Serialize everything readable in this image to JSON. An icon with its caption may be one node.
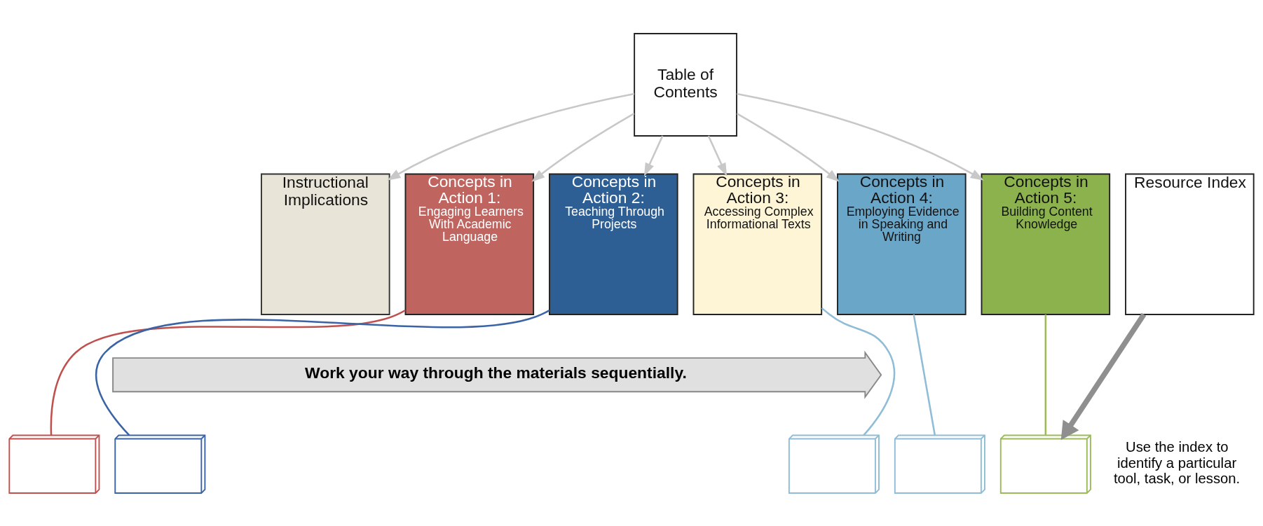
{
  "diagram": {
    "nodes": [
      {
        "text": [
          "Table of Contents"
        ]
      },
      {
        "text": [
          "Instructional Implications"
        ]
      },
      {
        "text": [
          "Concepts in Action 1:",
          "Engaging Learners With Academic Language"
        ]
      },
      {
        "text": [
          "Concepts in Action 2:",
          "Teaching Through Projects"
        ]
      },
      {
        "text": [
          "Concepts in Action 3:",
          "Accessing Complex Informational Texts"
        ]
      },
      {
        "text": [
          "Concepts in Action 4:",
          "Employing Evidence in Speaking and Writing"
        ]
      },
      {
        "text": [
          "Concepts in Action 5:",
          "Building Content Knowledge"
        ]
      },
      {
        "text": [
          "Resource Index"
        ]
      },
      {
        "text": [
          "Work your way through the materials sequentially."
        ]
      },
      {
        "text": [],
        "shape": "box"
      },
      {
        "text": [],
        "shape": "box"
      },
      {
        "text": [],
        "shape": "box"
      },
      {
        "text": [],
        "shape": "box"
      },
      {
        "text": [],
        "shape": "box"
      }
    ],
    "edges": [
      {
        "from": 0,
        "to": 1,
        "arrow": "to"
      },
      {
        "from": 0,
        "to": 2,
        "arrow": "to"
      },
      {
        "from": 0,
        "to": 3,
        "arrow": "to"
      },
      {
        "from": 0,
        "to": 4,
        "arrow": "to"
      },
      {
        "from": 0,
        "to": 5,
        "arrow": "to"
      },
      {
        "from": 0,
        "to": 6,
        "arrow": "to"
      },
      {
        "from": 2,
        "to": 9,
        "arrow": "none",
        "color": "#c0504d"
      },
      {
        "from": 3,
        "to": 10,
        "arrow": "none",
        "color": "#3a64a5"
      },
      {
        "from": 4,
        "to": 11,
        "arrow": "none",
        "color": "#8fbcd6"
      },
      {
        "from": 5,
        "to": 12,
        "arrow": "none",
        "color": "#8fbcd6"
      },
      {
        "from": 6,
        "to": 13,
        "arrow": "none",
        "color": "#9bbb59"
      },
      {
        "from": 7,
        "to": 13,
        "arrow": "to",
        "style": "thick",
        "color": "#8f8f8f"
      }
    ],
    "labels": [
      "Use the index to identify a particular tool, task, or lesson."
    ]
  }
}
